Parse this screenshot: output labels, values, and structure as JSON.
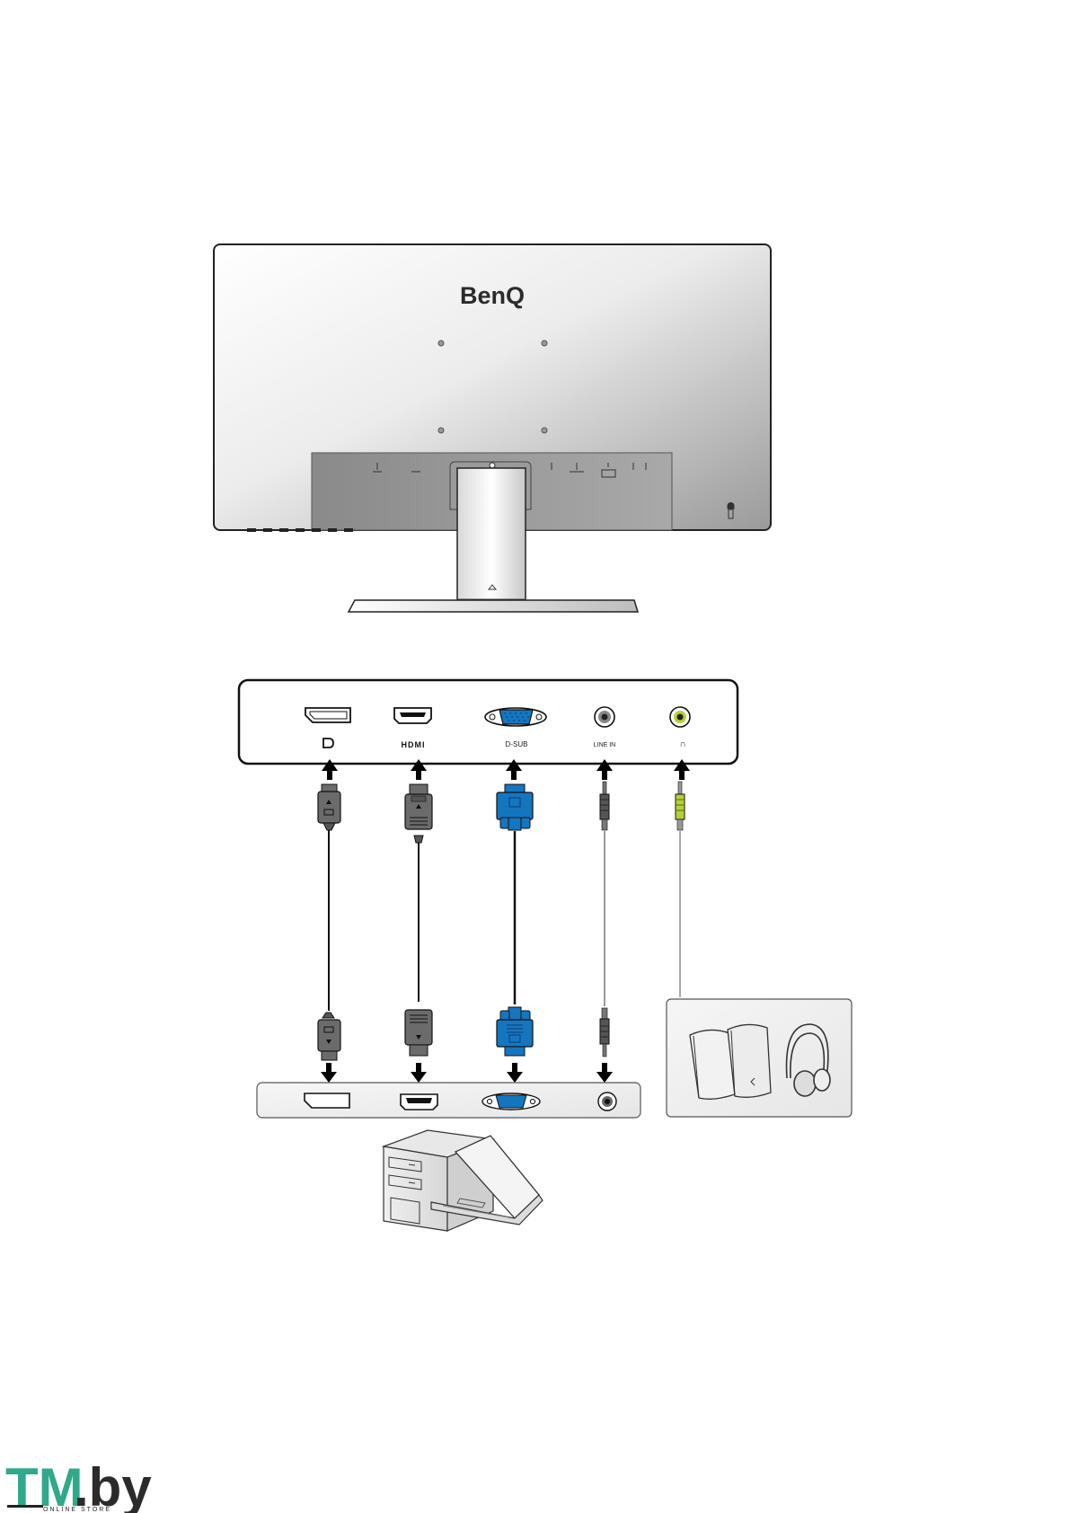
{
  "monitor": {
    "brand": "BenQ"
  },
  "ports": {
    "dp_label": "D",
    "hdmi_label": "HDMI",
    "dsub_label": "D-SUB",
    "line_in_label": "LINE IN",
    "headphone_label": "∩"
  },
  "watermark": {
    "brand_tm": "TM",
    "brand_by": ".by",
    "tagline": "ONLINE STORE"
  },
  "colors": {
    "vga_blue": "#1576c0",
    "audio_green": "#b4d234",
    "connector_gray": "#6b6b6b",
    "watermark_green": "#2fa98a"
  }
}
